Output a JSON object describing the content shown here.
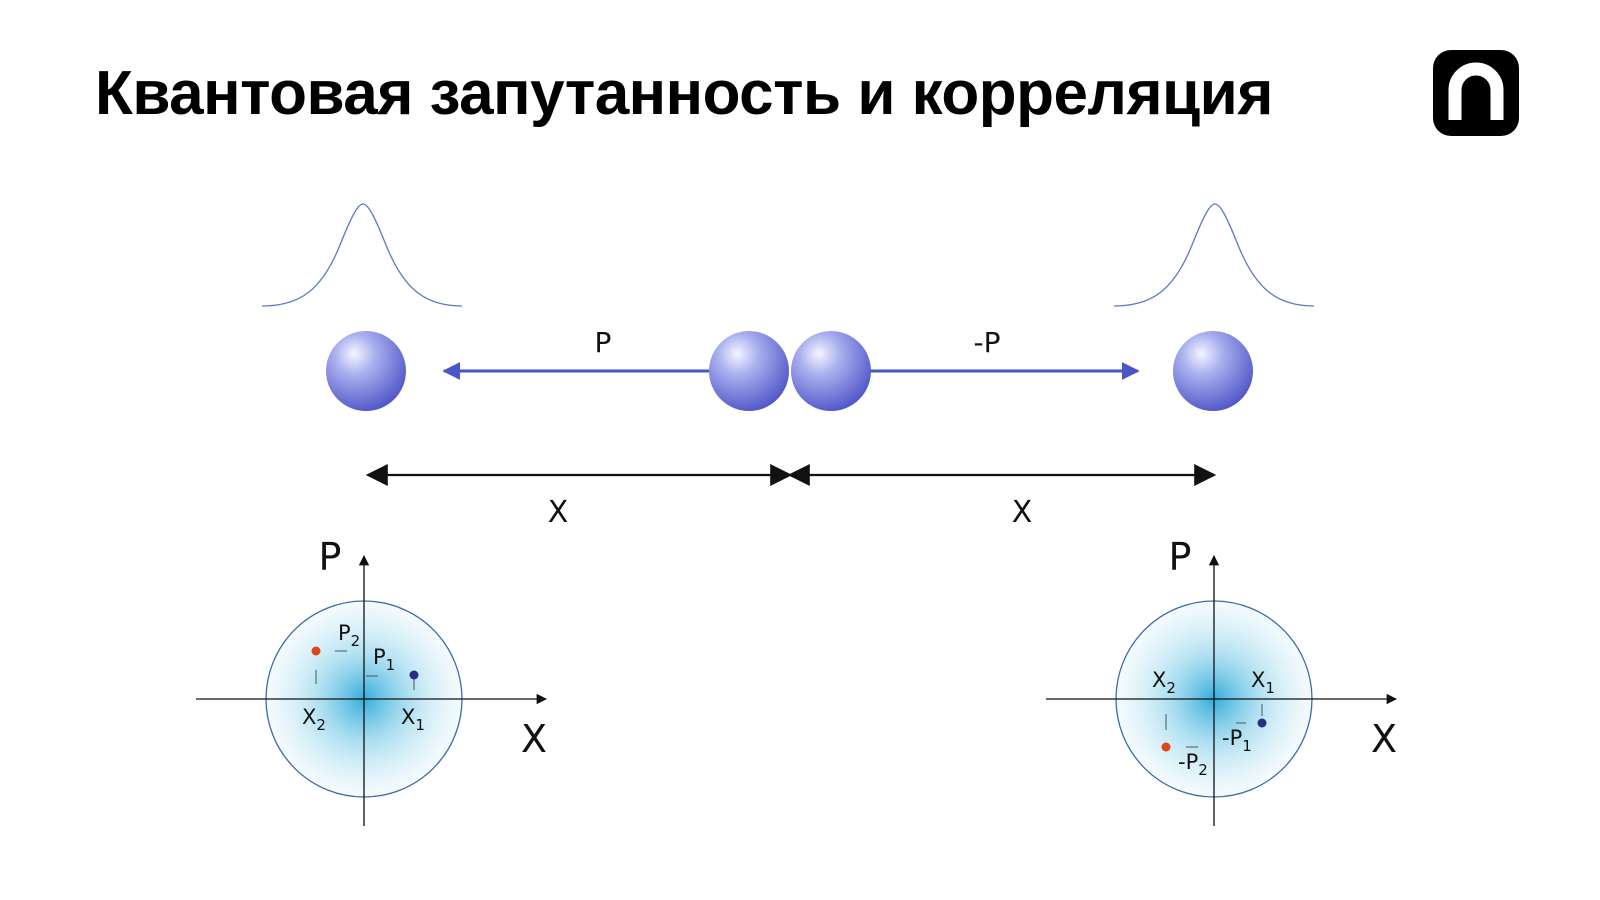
{
  "header": {
    "title": "Квантовая запутанность и корреляция",
    "logo_icon": "arch-n-logo-icon"
  },
  "colors": {
    "accent": "#4a55c8",
    "sphere_light": "#eef0ff",
    "sphere_dark": "#4e55c6",
    "cloud": "#2aa8d8",
    "point_red": "#e0441b",
    "point_blue": "#2b2c86"
  },
  "diagram": {
    "arrow_left_label": "P",
    "arrow_right_label": "-P",
    "distance_left_label": "X",
    "distance_right_label": "X"
  },
  "phase_left": {
    "axis_p": "P",
    "axis_x": "X",
    "p2_main": "P",
    "p2_sub": "2",
    "p1_main": "P",
    "p1_sub": "1",
    "x2_main": "X",
    "x2_sub": "2",
    "x1_main": "X",
    "x1_sub": "1"
  },
  "phase_right": {
    "axis_p": "P",
    "axis_x": "X",
    "x2_main": "X",
    "x2_sub": "2",
    "x1_main": "X",
    "x1_sub": "1",
    "p1_main": "-P",
    "p1_sub": "1",
    "p2_main": "-P",
    "p2_sub": "2"
  }
}
